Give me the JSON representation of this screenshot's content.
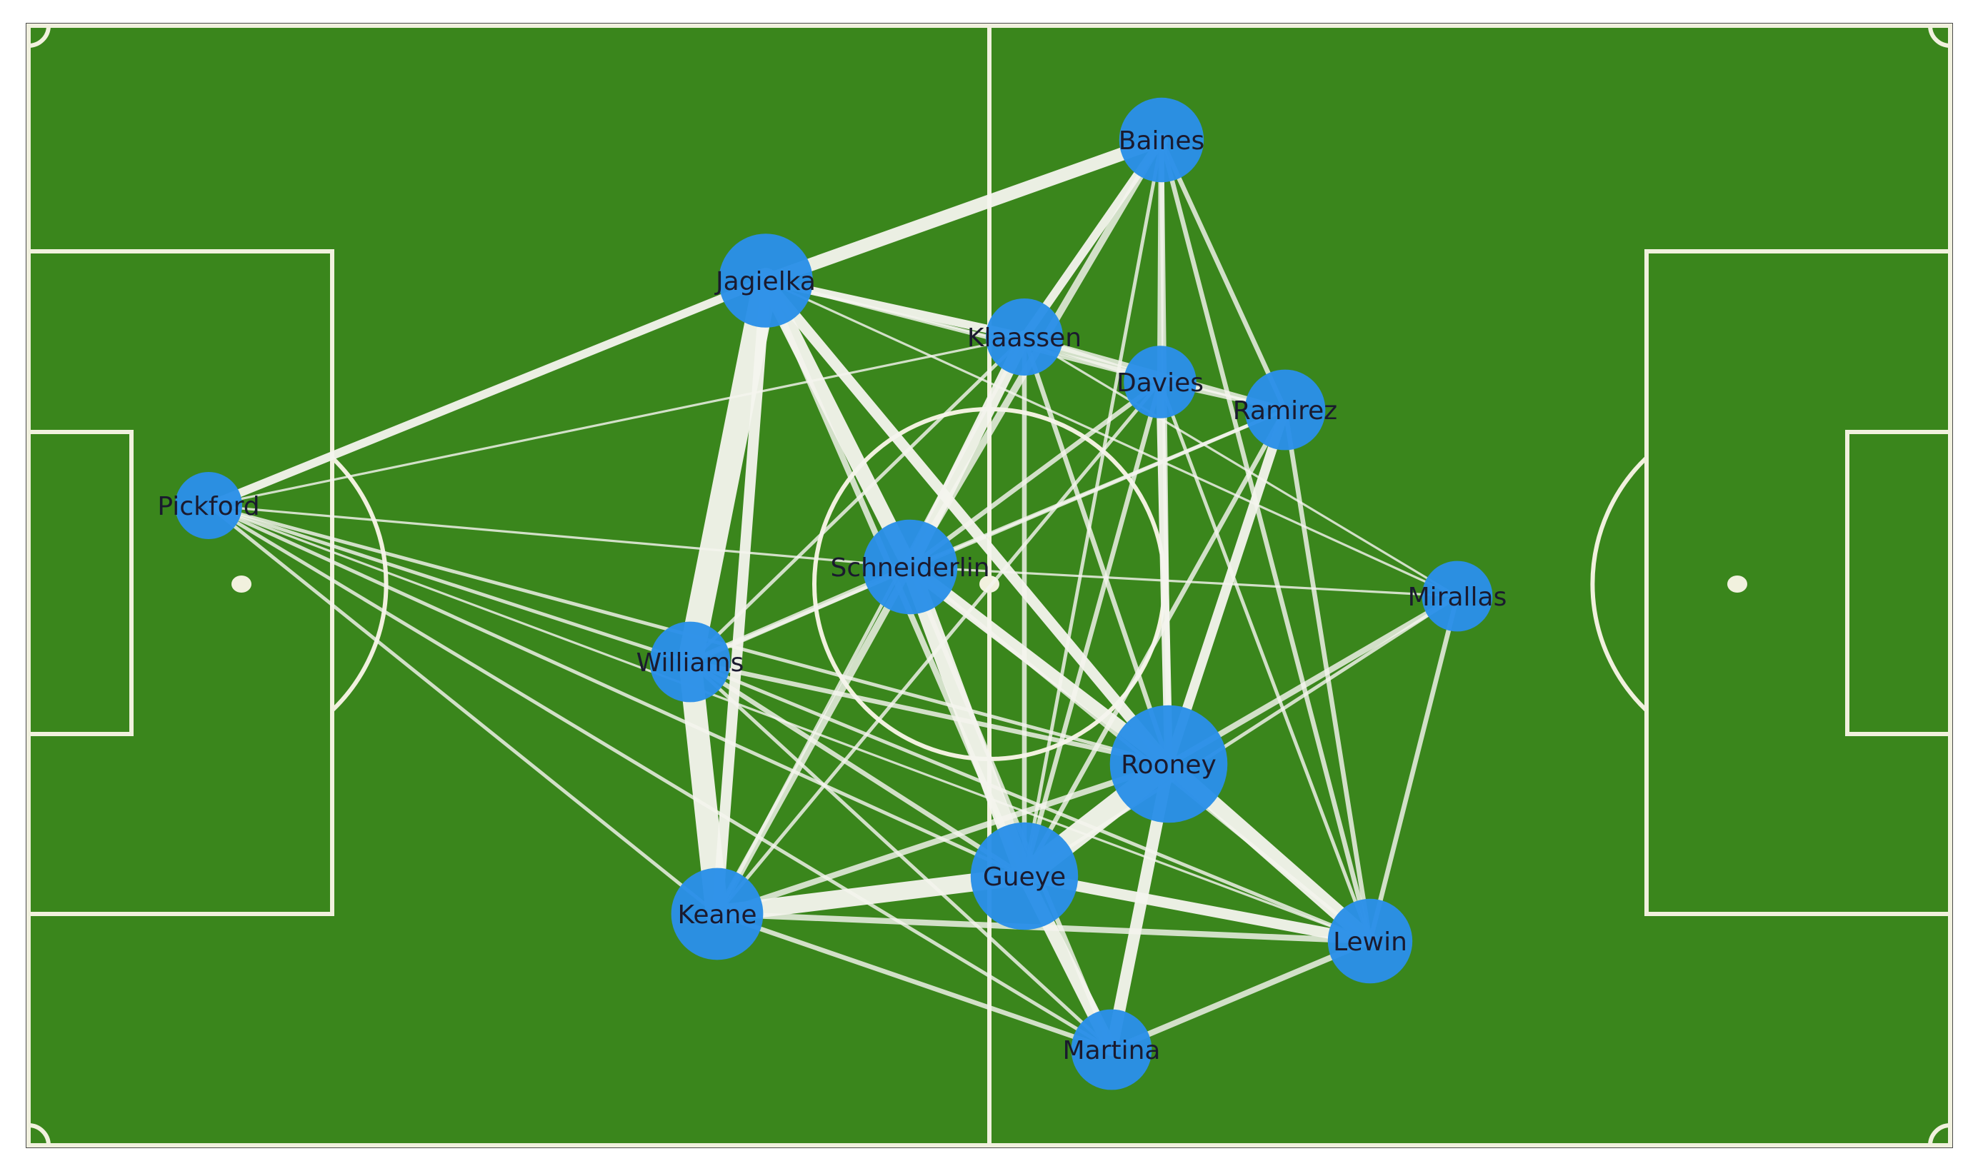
{
  "colors": {
    "pitch": "#3a861c",
    "pitch_lines": "#f1f1de",
    "border": "#4a4a4a",
    "node": "#2a8fe8",
    "edge": "#f4f4ee",
    "label": "#1a1a2e"
  },
  "players": [
    {
      "id": "pickford",
      "name": "Pickford",
      "size": 1.0
    },
    {
      "id": "jagielka",
      "name": "Jagielka",
      "size": 1.4
    },
    {
      "id": "baines",
      "name": "Baines",
      "size": 1.26
    },
    {
      "id": "klaassen",
      "name": "Klaassen",
      "size": 1.15
    },
    {
      "id": "davies",
      "name": "Davies",
      "size": 1.08
    },
    {
      "id": "ramirez",
      "name": "Ramirez",
      "size": 1.2
    },
    {
      "id": "schneiderlin",
      "name": "Schneiderlin",
      "size": 1.41
    },
    {
      "id": "williams",
      "name": "Williams",
      "size": 1.2
    },
    {
      "id": "mirallas",
      "name": "Mirallas",
      "size": 1.05
    },
    {
      "id": "rooney",
      "name": "Rooney",
      "size": 1.75
    },
    {
      "id": "gueye",
      "name": "Gueye",
      "size": 1.6
    },
    {
      "id": "keane",
      "name": "Keane",
      "size": 1.37
    },
    {
      "id": "lewin",
      "name": "Lewin",
      "size": 1.26
    },
    {
      "id": "martina",
      "name": "Martina",
      "size": 1.2
    }
  ],
  "passes": [
    [
      "pickford",
      "jagielka",
      6
    ],
    [
      "pickford",
      "klaassen",
      1
    ],
    [
      "pickford",
      "williams",
      2
    ],
    [
      "pickford",
      "keane",
      2
    ],
    [
      "pickford",
      "gueye",
      2
    ],
    [
      "pickford",
      "rooney",
      2
    ],
    [
      "pickford",
      "schneiderlin",
      1
    ],
    [
      "pickford",
      "martina",
      2
    ],
    [
      "pickford",
      "lewin",
      1
    ],
    [
      "jagielka",
      "baines",
      10
    ],
    [
      "jagielka",
      "klaassen",
      6
    ],
    [
      "jagielka",
      "davies",
      2
    ],
    [
      "jagielka",
      "williams",
      20
    ],
    [
      "jagielka",
      "keane",
      8
    ],
    [
      "jagielka",
      "schneiderlin",
      12
    ],
    [
      "jagielka",
      "rooney",
      8
    ],
    [
      "jagielka",
      "gueye",
      4
    ],
    [
      "jagielka",
      "ramirez",
      1
    ],
    [
      "jagielka",
      "mirallas",
      1
    ],
    [
      "baines",
      "klaassen",
      6
    ],
    [
      "baines",
      "davies",
      4
    ],
    [
      "baines",
      "schneiderlin",
      5
    ],
    [
      "baines",
      "rooney",
      3
    ],
    [
      "baines",
      "ramirez",
      3
    ],
    [
      "baines",
      "gueye",
      2
    ],
    [
      "baines",
      "lewin",
      3
    ],
    [
      "klaassen",
      "davies",
      5
    ],
    [
      "klaassen",
      "ramirez",
      4
    ],
    [
      "klaassen",
      "schneiderlin",
      10
    ],
    [
      "klaassen",
      "gueye",
      3
    ],
    [
      "klaassen",
      "rooney",
      3
    ],
    [
      "klaassen",
      "williams",
      2
    ],
    [
      "klaassen",
      "keane",
      2
    ],
    [
      "klaassen",
      "mirallas",
      1
    ],
    [
      "davies",
      "ramirez",
      3
    ],
    [
      "davies",
      "rooney",
      6
    ],
    [
      "davies",
      "gueye",
      3
    ],
    [
      "davies",
      "schneiderlin",
      3
    ],
    [
      "davies",
      "lewin",
      2
    ],
    [
      "davies",
      "keane",
      2
    ],
    [
      "ramirez",
      "rooney",
      7
    ],
    [
      "ramirez",
      "gueye",
      3
    ],
    [
      "ramirez",
      "lewin",
      3
    ],
    [
      "ramirez",
      "schneiderlin",
      2
    ],
    [
      "ramirez",
      "williams",
      2
    ],
    [
      "schneiderlin",
      "williams",
      4
    ],
    [
      "schneiderlin",
      "keane",
      5
    ],
    [
      "schneiderlin",
      "gueye",
      14
    ],
    [
      "schneiderlin",
      "rooney",
      10
    ],
    [
      "schneiderlin",
      "martina",
      3
    ],
    [
      "schneiderlin",
      "lewin",
      2
    ],
    [
      "schneiderlin",
      "mirallas",
      1
    ],
    [
      "williams",
      "keane",
      18
    ],
    [
      "williams",
      "rooney",
      3
    ],
    [
      "williams",
      "gueye",
      3
    ],
    [
      "williams",
      "lewin",
      2
    ],
    [
      "williams",
      "martina",
      2
    ],
    [
      "mirallas",
      "rooney",
      4
    ],
    [
      "mirallas",
      "lewin",
      3
    ],
    [
      "mirallas",
      "gueye",
      2
    ],
    [
      "rooney",
      "gueye",
      18
    ],
    [
      "rooney",
      "lewin",
      12
    ],
    [
      "rooney",
      "martina",
      9
    ],
    [
      "rooney",
      "keane",
      4
    ],
    [
      "gueye",
      "keane",
      14
    ],
    [
      "gueye",
      "martina",
      10
    ],
    [
      "gueye",
      "lewin",
      8
    ],
    [
      "keane",
      "lewin",
      4
    ],
    [
      "keane",
      "martina",
      3
    ],
    [
      "lewin",
      "martina",
      4
    ]
  ]
}
